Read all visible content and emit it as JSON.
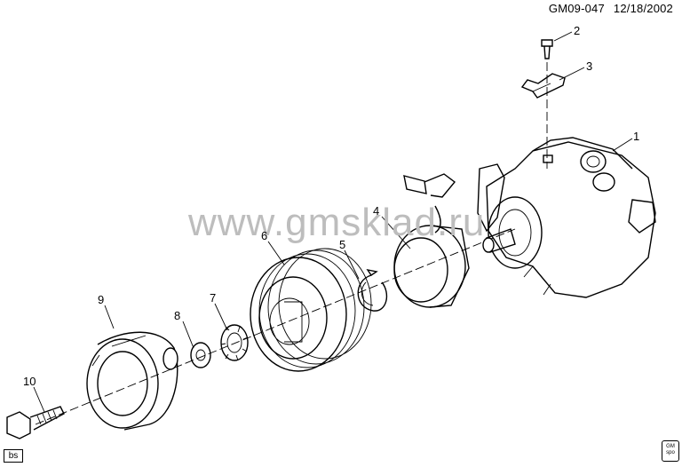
{
  "header": {
    "diagram_id": "GM09-047",
    "date": "12/18/2002"
  },
  "watermark": "www.gmsklad.ru",
  "callouts": [
    "1",
    "2",
    "3",
    "4",
    "5",
    "6",
    "7",
    "8",
    "9",
    "10"
  ],
  "footer": {
    "tag": "bs",
    "logo_text": [
      "GM",
      "spo"
    ]
  }
}
